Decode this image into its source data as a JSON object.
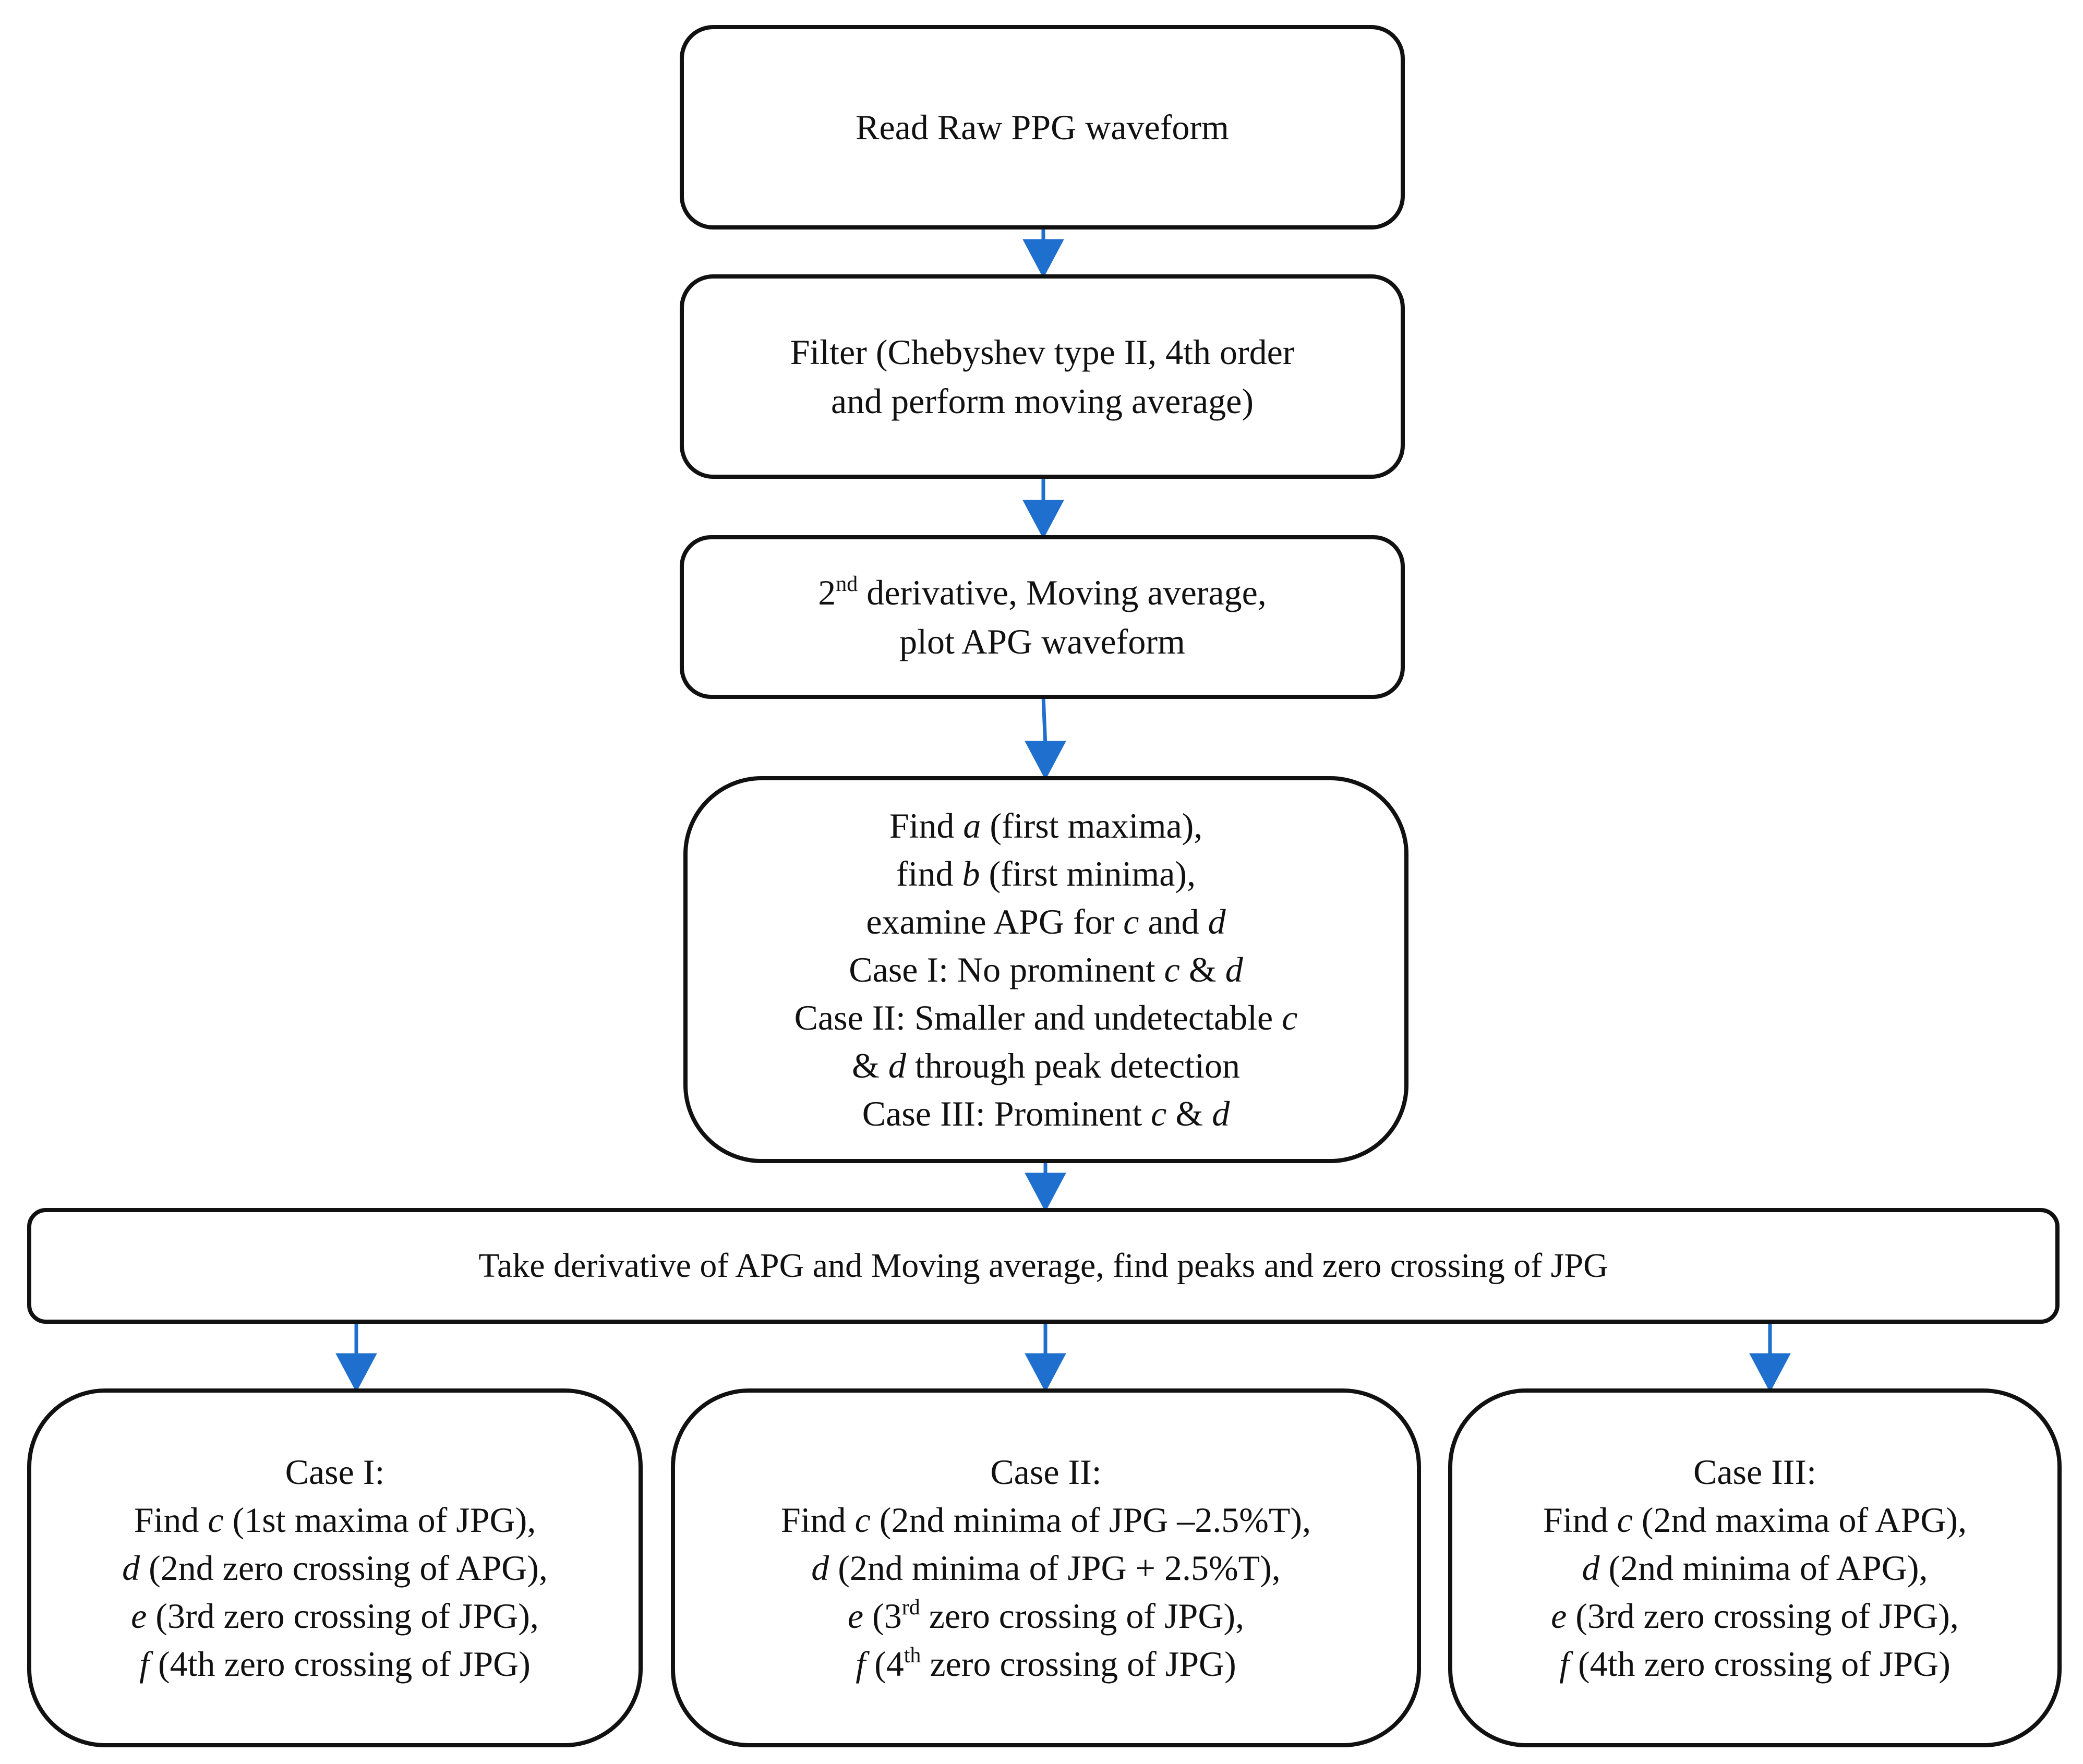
{
  "boxes": {
    "read": {
      "line1": "Read Raw PPG waveform"
    },
    "filter": {
      "line1": "Filter (Chebyshev type II, 4th order",
      "line2": "and perform moving average)"
    },
    "derivative": {
      "line1_sup": "nd",
      "line1_num": "2",
      "line1_rest": " derivative, Moving average,",
      "line2": "plot APG waveform"
    },
    "find": {
      "l1_pre": "Find ",
      "l1_var": "a",
      "l1_post": " (first maxima),",
      "l2_pre": "find ",
      "l2_var": "b",
      "l2_post": " (first minima),",
      "l3_pre": "examine APG for ",
      "l3_var1": "c",
      "l3_mid": " and ",
      "l3_var2": "d",
      "l4_pre": "Case I: No prominent ",
      "l4_var1": "c",
      "l4_mid": " & ",
      "l4_var2": "d",
      "l5_pre": "Case II: Smaller and undetectable ",
      "l5_var": "c",
      "l6_pre": "& ",
      "l6_var": "d",
      "l6_post": " through peak detection",
      "l7_pre": "Case III: Prominent ",
      "l7_var1": "c",
      "l7_mid": " & ",
      "l7_var2": "d"
    },
    "jpg": {
      "line1": "Take derivative of APG and Moving average, find peaks and zero crossing of JPG"
    },
    "case1": {
      "title": "Case I:",
      "l1_pre": "Find ",
      "l1_var": "c",
      "l1_post": " (1st maxima of JPG),",
      "l2_var": "d",
      "l2_post": " (2nd zero crossing of APG),",
      "l3_var": "e",
      "l3_post": " (3rd zero crossing of JPG),",
      "l4_var": "f",
      "l4_post": " (4th zero crossing of JPG)"
    },
    "case2": {
      "title": "Case II:",
      "l1_pre": "Find ",
      "l1_var": "c",
      "l1_post": " (2nd minima of JPG –2.5%T),",
      "l2_var": "d",
      "l2_post": " (2nd minima of JPG + 2.5%T),",
      "l3_var": "e",
      "l3_mid": " (3",
      "l3_sup": "rd",
      "l3_post": " zero crossing of JPG),",
      "l4_var": "f",
      "l4_mid": " (4",
      "l4_sup": "th",
      "l4_post": " zero crossing of JPG)"
    },
    "case3": {
      "title": "Case III:",
      "l1_pre": "Find ",
      "l1_var": "c",
      "l1_post": " (2nd maxima of APG),",
      "l2_var": "d",
      "l2_post": " (2nd minima of APG),",
      "l3_var": "e",
      "l3_post": " (3rd zero crossing of JPG),",
      "l4_var": "f",
      "l4_post": " (4th zero crossing of JPG)"
    }
  },
  "colors": {
    "arrow": "#1f6fcf",
    "border": "#111111"
  }
}
